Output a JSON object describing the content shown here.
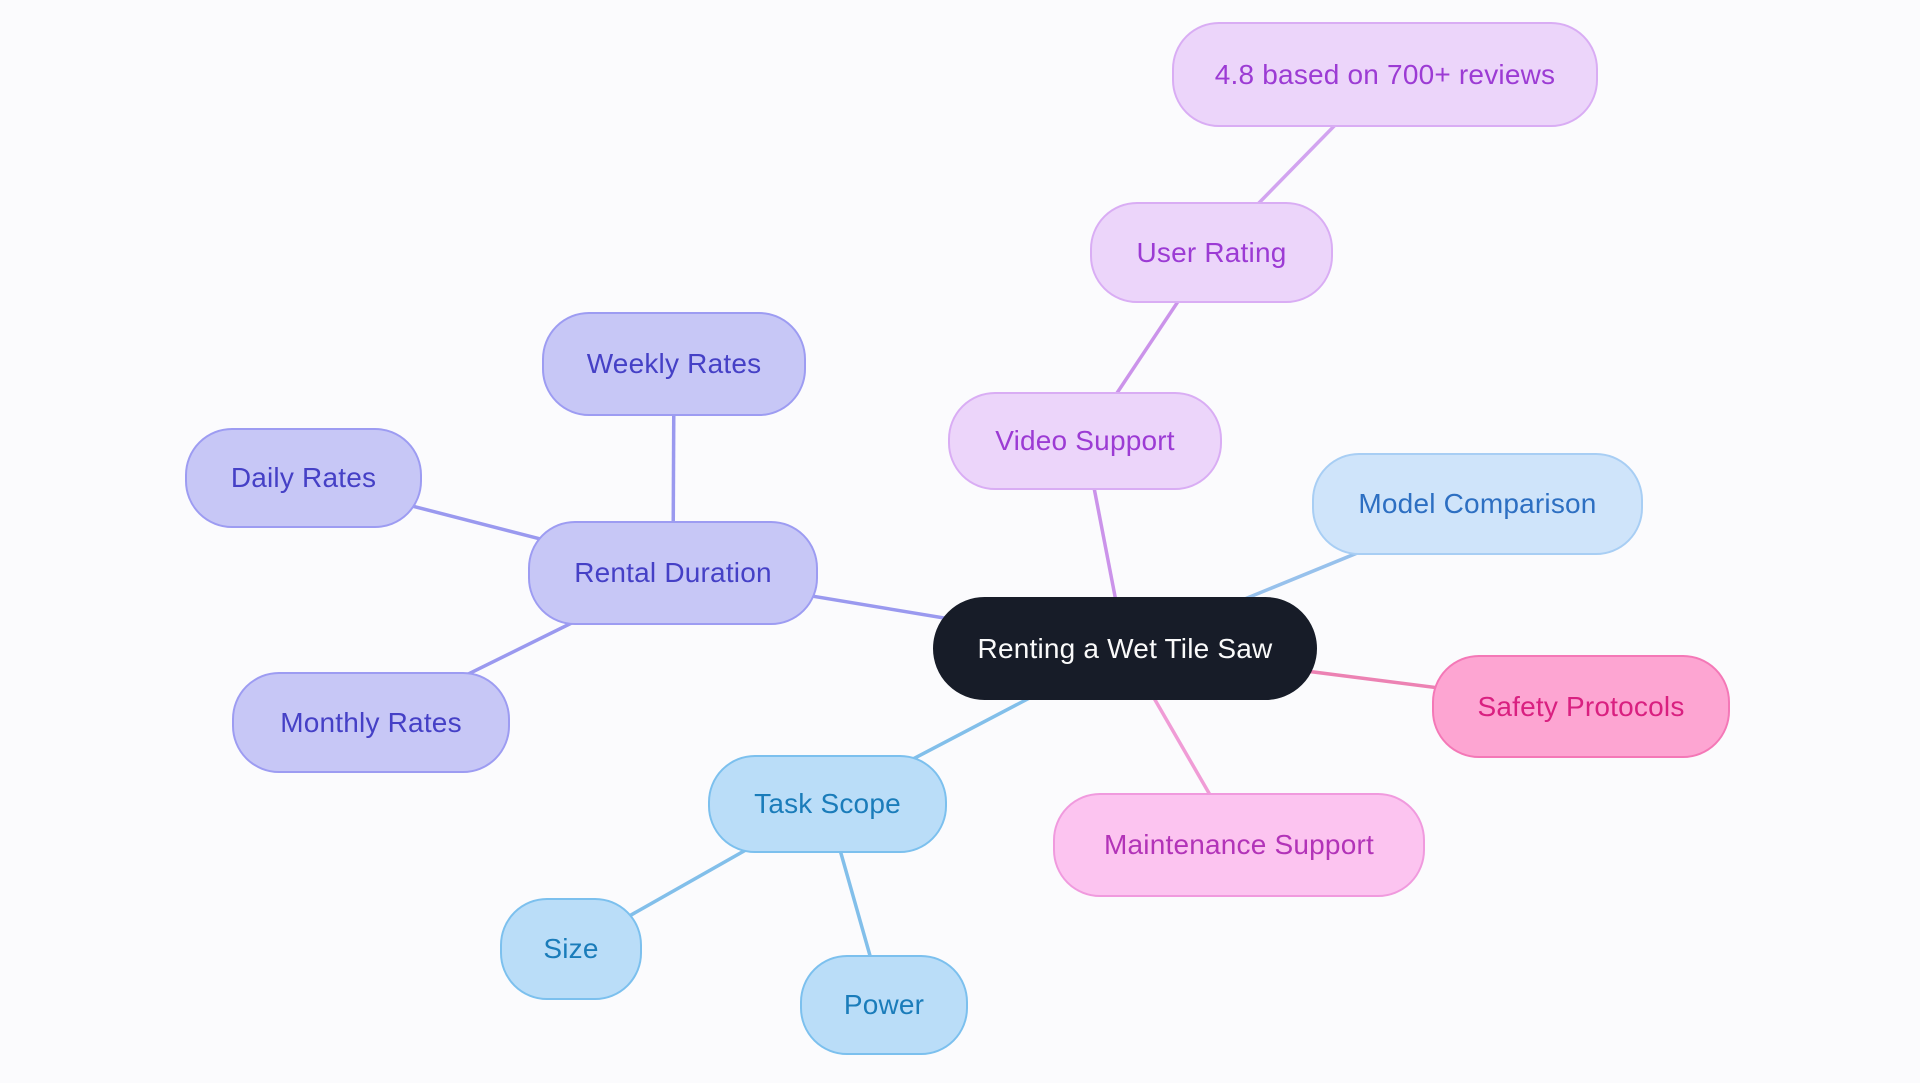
{
  "diagram": {
    "type": "mindmap",
    "background": "#fbfbfd",
    "central_topic": "Renting a Wet Tile Saw",
    "nodes": {
      "central": {
        "label": "Renting a Wet Tile Saw",
        "fill": "#171c28",
        "border": "#171c28",
        "text": "#fafafa"
      },
      "rental_duration": {
        "label": "Rental Duration",
        "fill": "#c7c7f6",
        "border": "#9d9cf2",
        "text": "#4540c6"
      },
      "weekly_rates": {
        "label": "Weekly Rates",
        "fill": "#c7c7f6",
        "border": "#9d9cf2",
        "text": "#4540c6"
      },
      "daily_rates": {
        "label": "Daily Rates",
        "fill": "#c7c7f6",
        "border": "#9d9cf2",
        "text": "#4540c6"
      },
      "monthly_rates": {
        "label": "Monthly Rates",
        "fill": "#c7c7f6",
        "border": "#9d9cf2",
        "text": "#4540c6"
      },
      "video_support": {
        "label": "Video Support",
        "fill": "#ecd5fa",
        "border": "#d9adf4",
        "text": "#9c3bd4"
      },
      "user_rating": {
        "label": "User Rating",
        "fill": "#ecd5fa",
        "border": "#d9adf4",
        "text": "#9c3bd4"
      },
      "rating_reviews": {
        "label": "4.8 based on 700+ reviews",
        "fill": "#ecd5fa",
        "border": "#d9adf4",
        "text": "#9c3bd4"
      },
      "model_comparison": {
        "label": "Model Comparison",
        "fill": "#cfe4fa",
        "border": "#a8cef4",
        "text": "#2d6fc2"
      },
      "safety_protocols": {
        "label": "Safety Protocols",
        "fill": "#fda5d2",
        "border": "#f478b7",
        "text": "#d92080"
      },
      "maintenance_support": {
        "label": "Maintenance Support",
        "fill": "#fcc4f0",
        "border": "#f09ade",
        "text": "#b233b8"
      },
      "task_scope": {
        "label": "Task Scope",
        "fill": "#baddf8",
        "border": "#7cc0ee",
        "text": "#1a7cba"
      },
      "size": {
        "label": "Size",
        "fill": "#baddf8",
        "border": "#7cc0ee",
        "text": "#1a7cba"
      },
      "power": {
        "label": "Power",
        "fill": "#baddf8",
        "border": "#7cc0ee",
        "text": "#1a7cba"
      }
    },
    "edges": [
      {
        "from": "central",
        "to": "rental_duration",
        "color": "#9a99ef"
      },
      {
        "from": "rental_duration",
        "to": "weekly_rates",
        "color": "#9a99ef"
      },
      {
        "from": "rental_duration",
        "to": "daily_rates",
        "color": "#9a99ef"
      },
      {
        "from": "rental_duration",
        "to": "monthly_rates",
        "color": "#9a99ef"
      },
      {
        "from": "central",
        "to": "video_support",
        "color": "#cb93ea"
      },
      {
        "from": "video_support",
        "to": "user_rating",
        "color": "#cb93ea"
      },
      {
        "from": "user_rating",
        "to": "rating_reviews",
        "color": "#d2a4f0"
      },
      {
        "from": "central",
        "to": "model_comparison",
        "color": "#97c1ec"
      },
      {
        "from": "central",
        "to": "safety_protocols",
        "color": "#ec82b3"
      },
      {
        "from": "central",
        "to": "maintenance_support",
        "color": "#f09cd6"
      },
      {
        "from": "central",
        "to": "task_scope",
        "color": "#82bfea"
      },
      {
        "from": "task_scope",
        "to": "size",
        "color": "#82bfea"
      },
      {
        "from": "task_scope",
        "to": "power",
        "color": "#82bfea"
      }
    ]
  }
}
